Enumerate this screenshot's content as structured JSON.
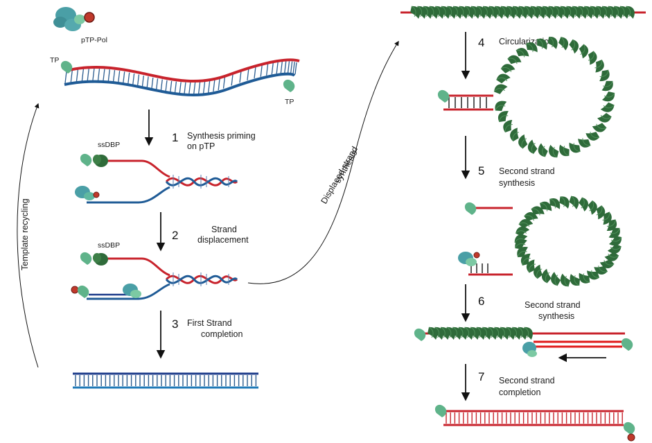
{
  "labels": {
    "ptp_pol": "pTP-Pol",
    "tp": "TP",
    "ssdbp": "ssDBP",
    "template_recycling": "Template recycling",
    "displaced_strand_synthesis_1": "Displaced strand",
    "displaced_strand_synthesis_2": "synthesis"
  },
  "steps": [
    {
      "number": "1",
      "line1": "Synthesis priming",
      "line2": "on pTP"
    },
    {
      "number": "2",
      "line1": "Strand",
      "line2": "displacement"
    },
    {
      "number": "3",
      "line1": "First Strand",
      "line2": "completion"
    },
    {
      "number": "4",
      "line1": "Circularization",
      "line2": ""
    },
    {
      "number": "5",
      "line1": "Second strand",
      "line2": "synthesis"
    },
    {
      "number": "6",
      "line1": "Second strand",
      "line2": "synthesis"
    },
    {
      "number": "7",
      "line1": "Second strand",
      "line2": "completion"
    }
  ],
  "colors": {
    "red_strand": "#c8232c",
    "blue_strand": "#1f5b96",
    "dark_blue": "#1b3a8a",
    "green_ssdbp": "#2f6b3a",
    "tp_green": "#5fb38a",
    "pol_teal": "#4a9fa6",
    "ptp_red": "#c0392b"
  }
}
